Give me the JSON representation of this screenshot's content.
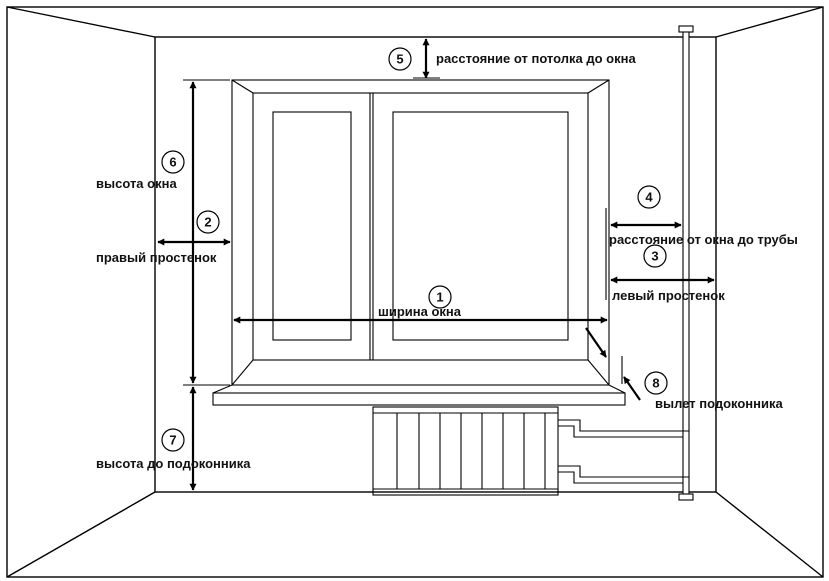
{
  "measurements": [
    {
      "number": "1",
      "label": "ширина окна"
    },
    {
      "number": "2",
      "label": "правый простенок"
    },
    {
      "number": "3",
      "label": "левый простенок"
    },
    {
      "number": "4",
      "label": "расстояние от окна до трубы"
    },
    {
      "number": "5",
      "label": "расстояние от потолка до окна"
    },
    {
      "number": "6",
      "label": "высота окна"
    },
    {
      "number": "7",
      "label": "высота до подоконника"
    },
    {
      "number": "8",
      "label": "вылет подоконника"
    }
  ]
}
